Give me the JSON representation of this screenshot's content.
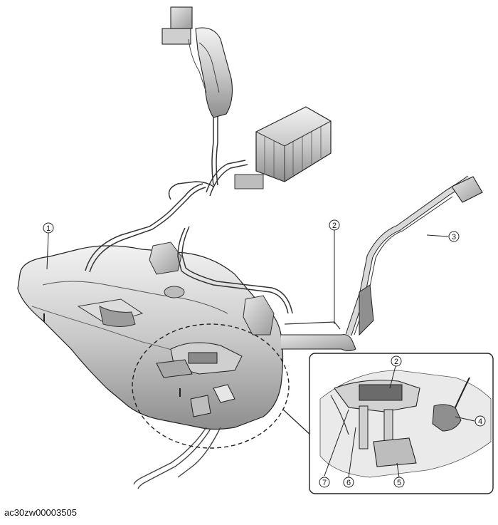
{
  "figure_id": "ac30zw00003505",
  "callouts": [
    {
      "id": "1",
      "label": "1"
    },
    {
      "id": "2",
      "label": "2"
    },
    {
      "id": "3",
      "label": "3"
    },
    {
      "id": "2-detail",
      "label": "2"
    },
    {
      "id": "4",
      "label": "4"
    },
    {
      "id": "5",
      "label": "5"
    },
    {
      "id": "6",
      "label": "6"
    },
    {
      "id": "7",
      "label": "7"
    }
  ]
}
